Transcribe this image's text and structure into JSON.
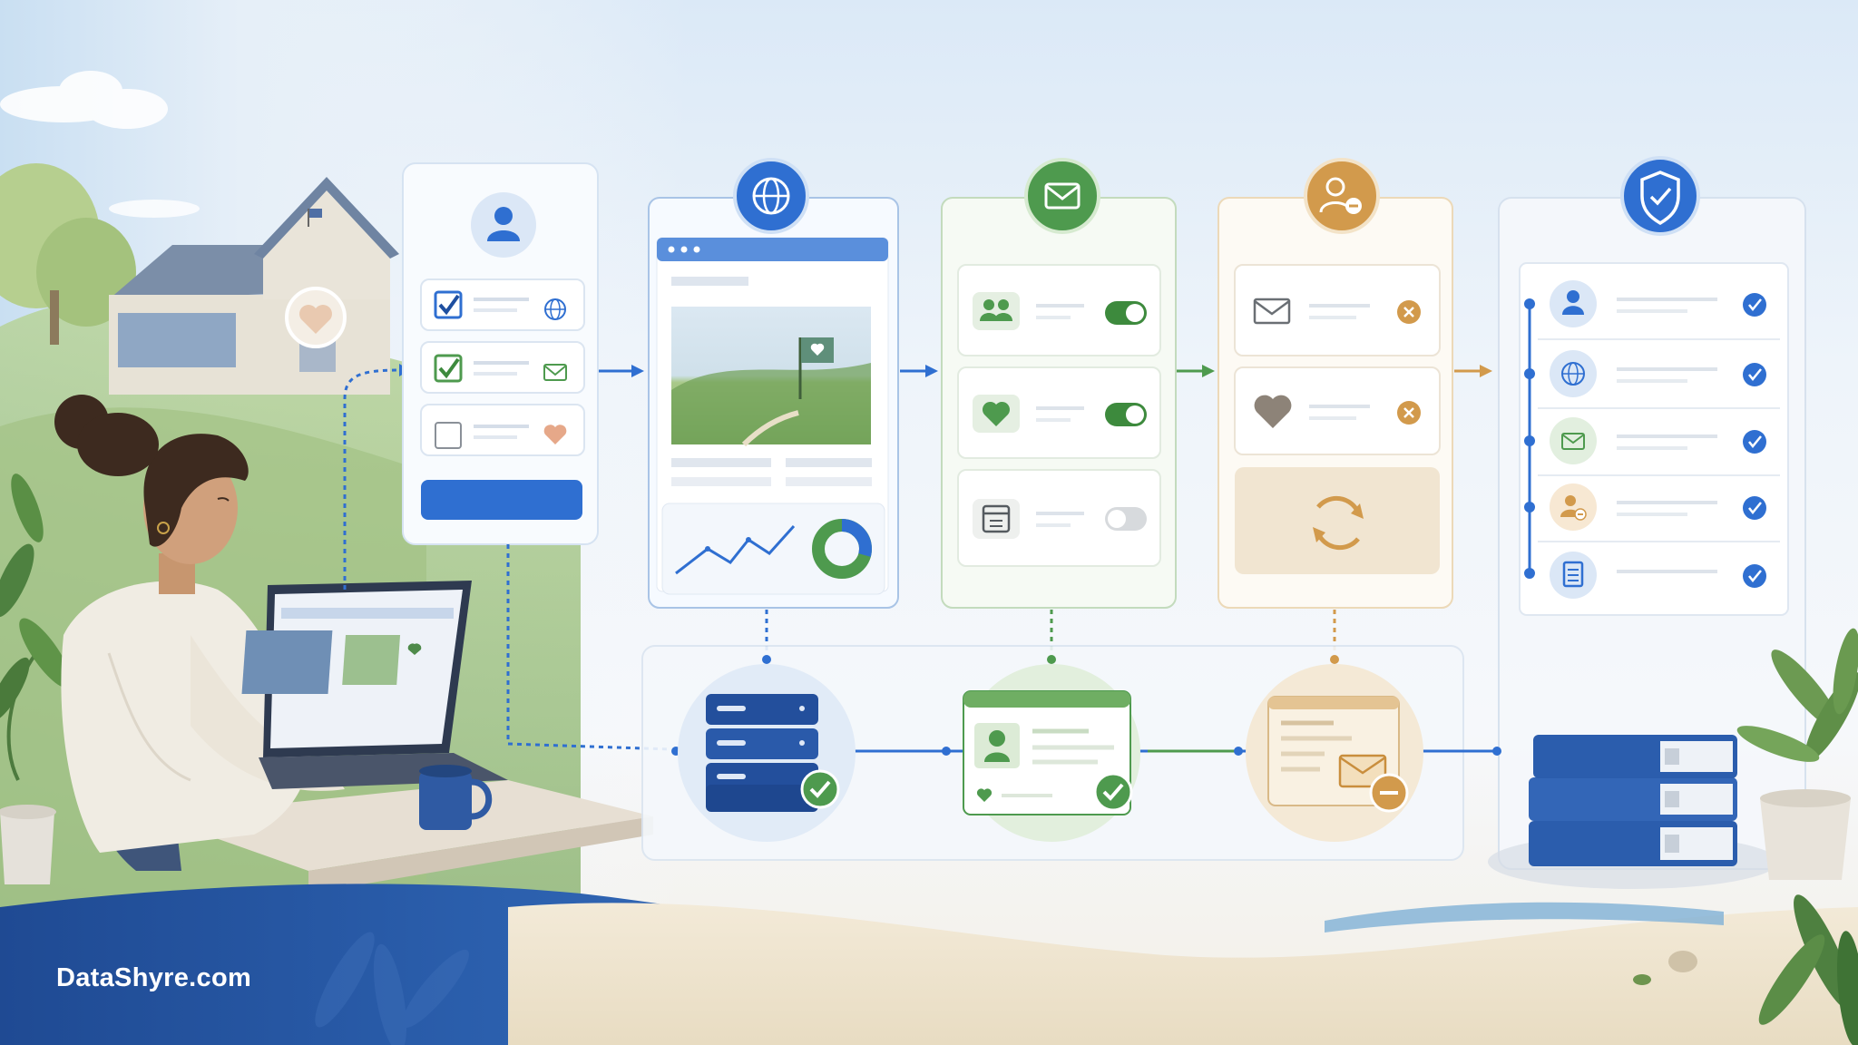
{
  "brand": {
    "label": "DataShyre.com"
  },
  "colors": {
    "blue": "#2f6fd1",
    "navy": "#1e4fa0",
    "green": "#4e9a4e",
    "amber": "#d29a4c",
    "panel_bg": "#f5f9fd"
  },
  "stages": [
    {
      "name": "consent-form",
      "icon": "user-icon"
    },
    {
      "name": "website",
      "icon": "globe-icon"
    },
    {
      "name": "email-preferences",
      "icon": "mail-icon"
    },
    {
      "name": "unsubscribe",
      "icon": "user-minus-icon"
    },
    {
      "name": "secure-records",
      "icon": "shield-check-icon"
    }
  ],
  "consent_form": {
    "items": [
      {
        "checked": true,
        "icon": "globe-icon"
      },
      {
        "checked": true,
        "icon": "mail-icon"
      },
      {
        "checked": false,
        "icon": "heart-icon"
      }
    ]
  },
  "preferences": [
    {
      "icon": "people-icon",
      "enabled": true
    },
    {
      "icon": "heart-icon",
      "enabled": true
    },
    {
      "icon": "calendar-icon",
      "enabled": false
    }
  ],
  "unsubscribe": {
    "items": [
      {
        "icon": "mail-icon",
        "status": "removed"
      },
      {
        "icon": "heart-icon",
        "status": "removed"
      }
    ],
    "sync_icon": "refresh-icon"
  },
  "records": [
    {
      "icon": "user-icon",
      "verified": true
    },
    {
      "icon": "globe-icon",
      "verified": true
    },
    {
      "icon": "mail-icon",
      "verified": true
    },
    {
      "icon": "user-minus-icon",
      "verified": true
    },
    {
      "icon": "document-icon",
      "verified": true
    }
  ],
  "storage": [
    {
      "name": "database-server",
      "status": "verified"
    },
    {
      "name": "donor-profile-card",
      "status": "verified"
    },
    {
      "name": "opt-out-letter",
      "status": "removed"
    },
    {
      "name": "archive-binders",
      "status": "stored"
    }
  ]
}
